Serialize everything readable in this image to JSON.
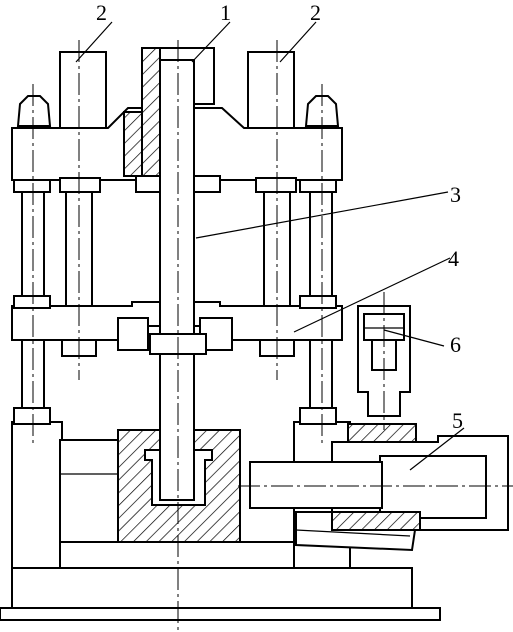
{
  "callouts": [
    {
      "id": "c2a",
      "text": "2"
    },
    {
      "id": "c1",
      "text": "1"
    },
    {
      "id": "c2b",
      "text": "2"
    },
    {
      "id": "c3",
      "text": "3"
    },
    {
      "id": "c4",
      "text": "4"
    },
    {
      "id": "c6",
      "text": "6"
    },
    {
      "id": "c5",
      "text": "5"
    }
  ]
}
